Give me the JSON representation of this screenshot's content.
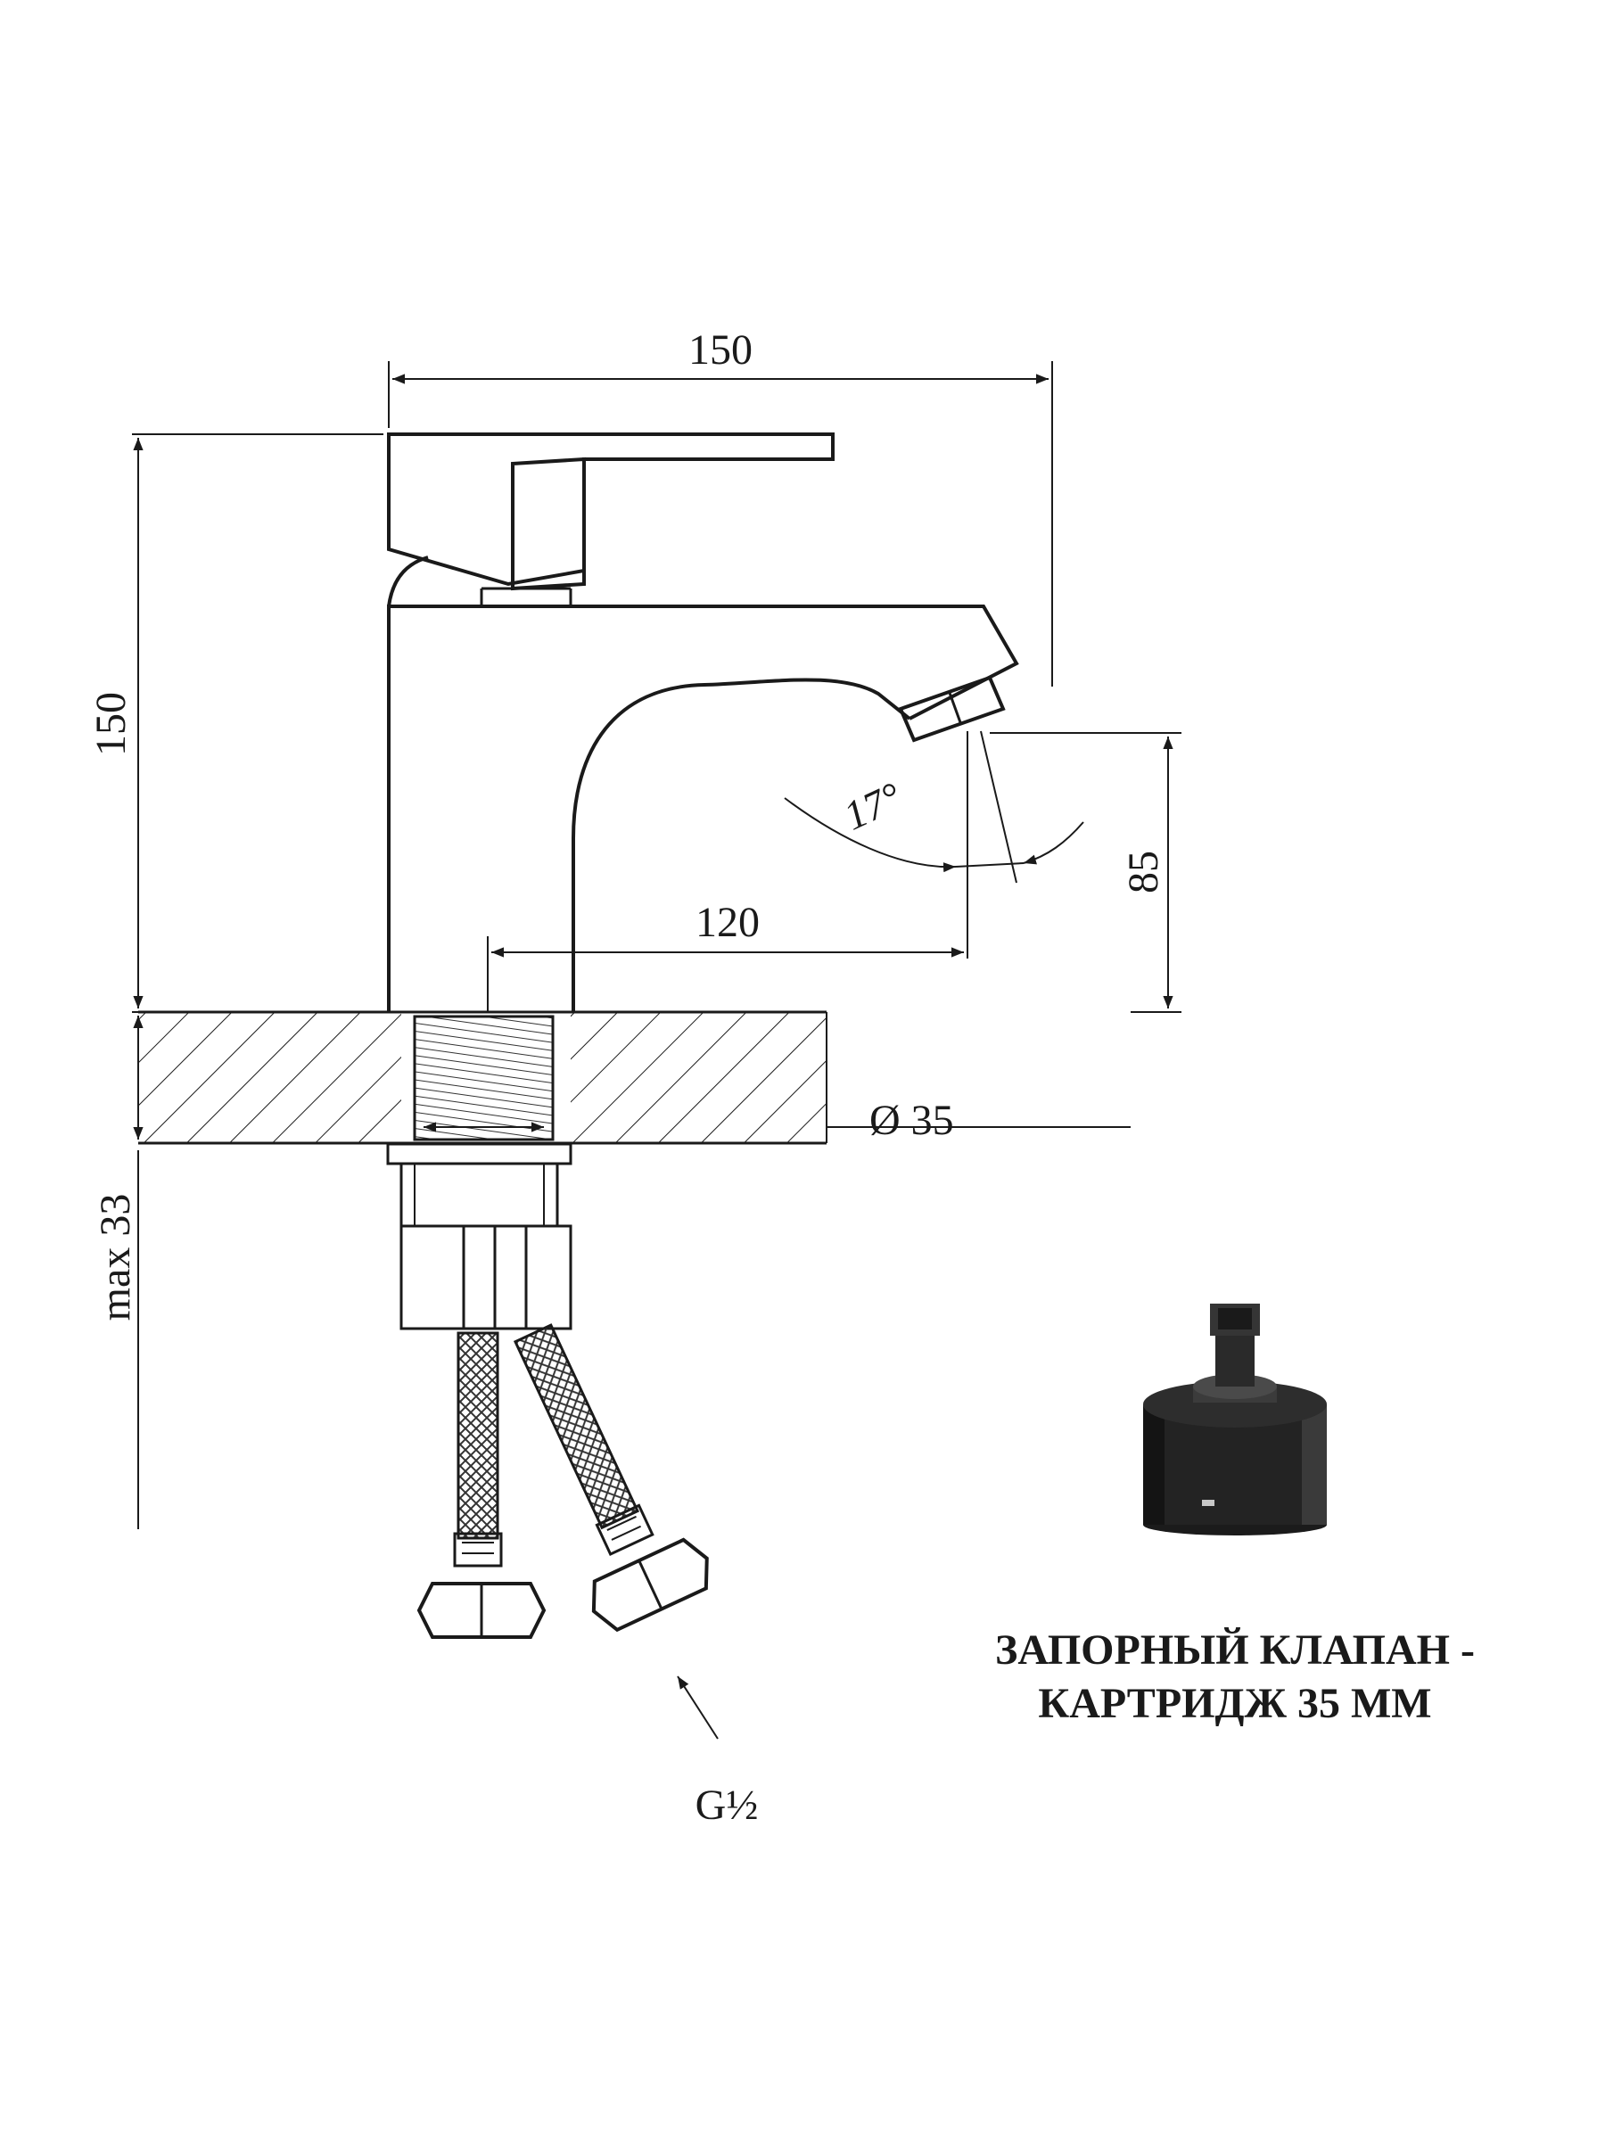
{
  "dimensions": {
    "total_width": "150",
    "total_height": "150",
    "spout_reach": "120",
    "spout_height": "85",
    "hole_diameter": "Ø 35",
    "max_countertop": "max 33",
    "aerator_angle": "17°",
    "connection_thread": "G½"
  },
  "cartridge": {
    "caption_line1": "ЗАПОРНЫЙ КЛАПАН -",
    "caption_line2": "КАРТРИДЖ 35 ММ"
  }
}
